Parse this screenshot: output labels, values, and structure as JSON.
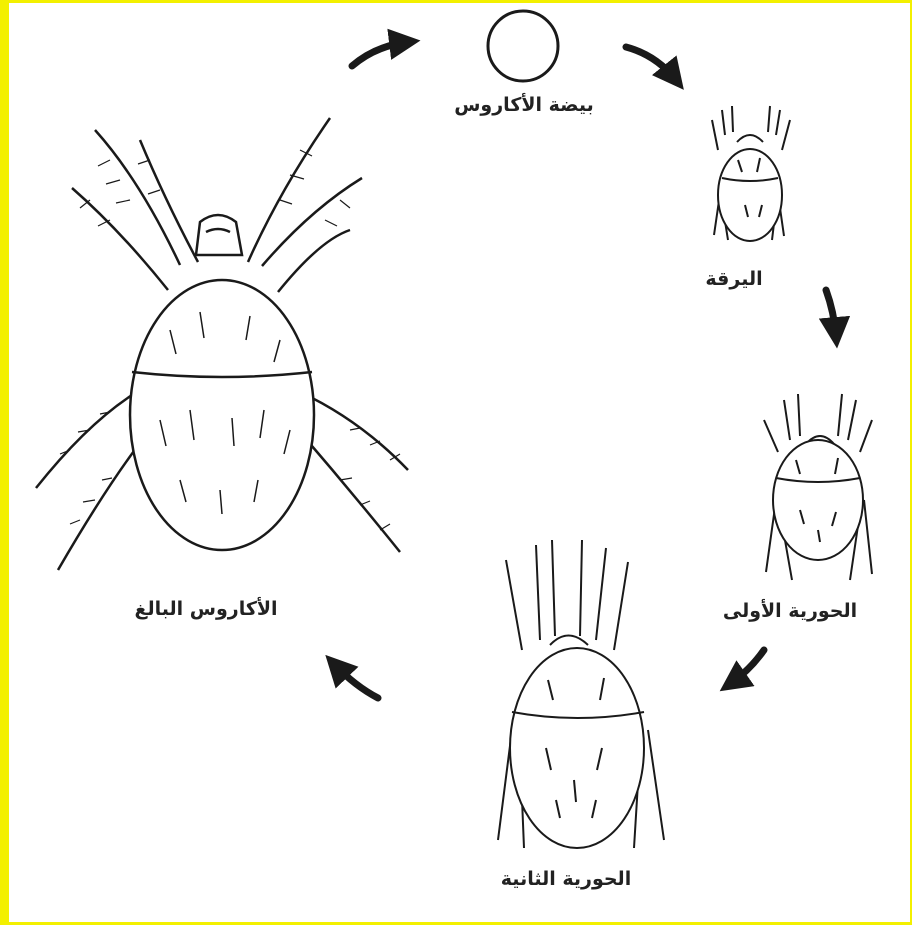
{
  "diagram": {
    "stages": {
      "egg": "بيضة الأكاروس",
      "larva": "اليرقة",
      "nymph1": "الحورية الأولى",
      "nymph2": "الحورية الثانية",
      "adult": "الأكاروس البالغ"
    },
    "colors": {
      "border": "#f3f000",
      "ink": "#1a1a1a",
      "background": "#ffffff"
    }
  }
}
